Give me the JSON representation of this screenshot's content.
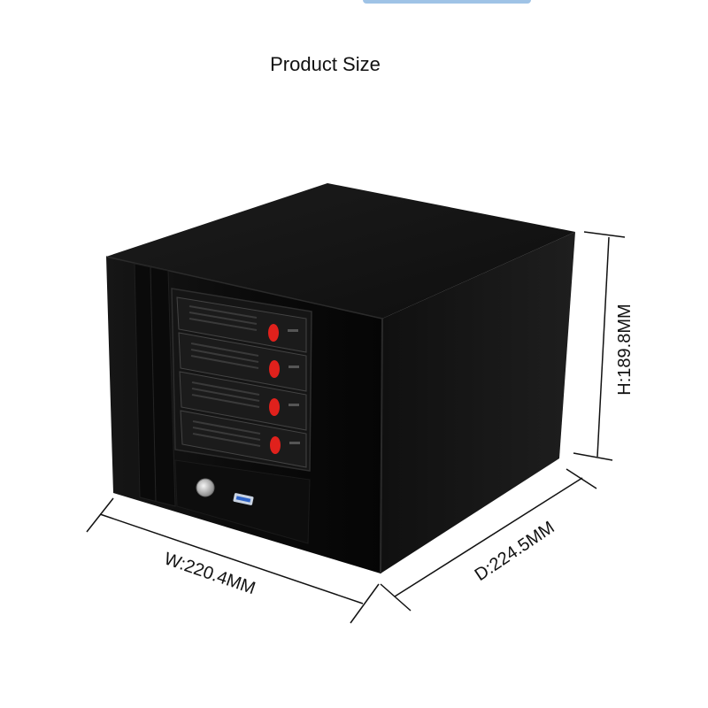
{
  "page": {
    "title": "Product Size"
  },
  "dimensions": {
    "width": "W:220.4MM",
    "depth": "D:224.5MM",
    "height": "H:189.8MM"
  },
  "product": {
    "color": "#0c0c0c",
    "drive_bays": 4,
    "latch_color": "#e0211c",
    "usb_port_color": "#2d63c8"
  }
}
